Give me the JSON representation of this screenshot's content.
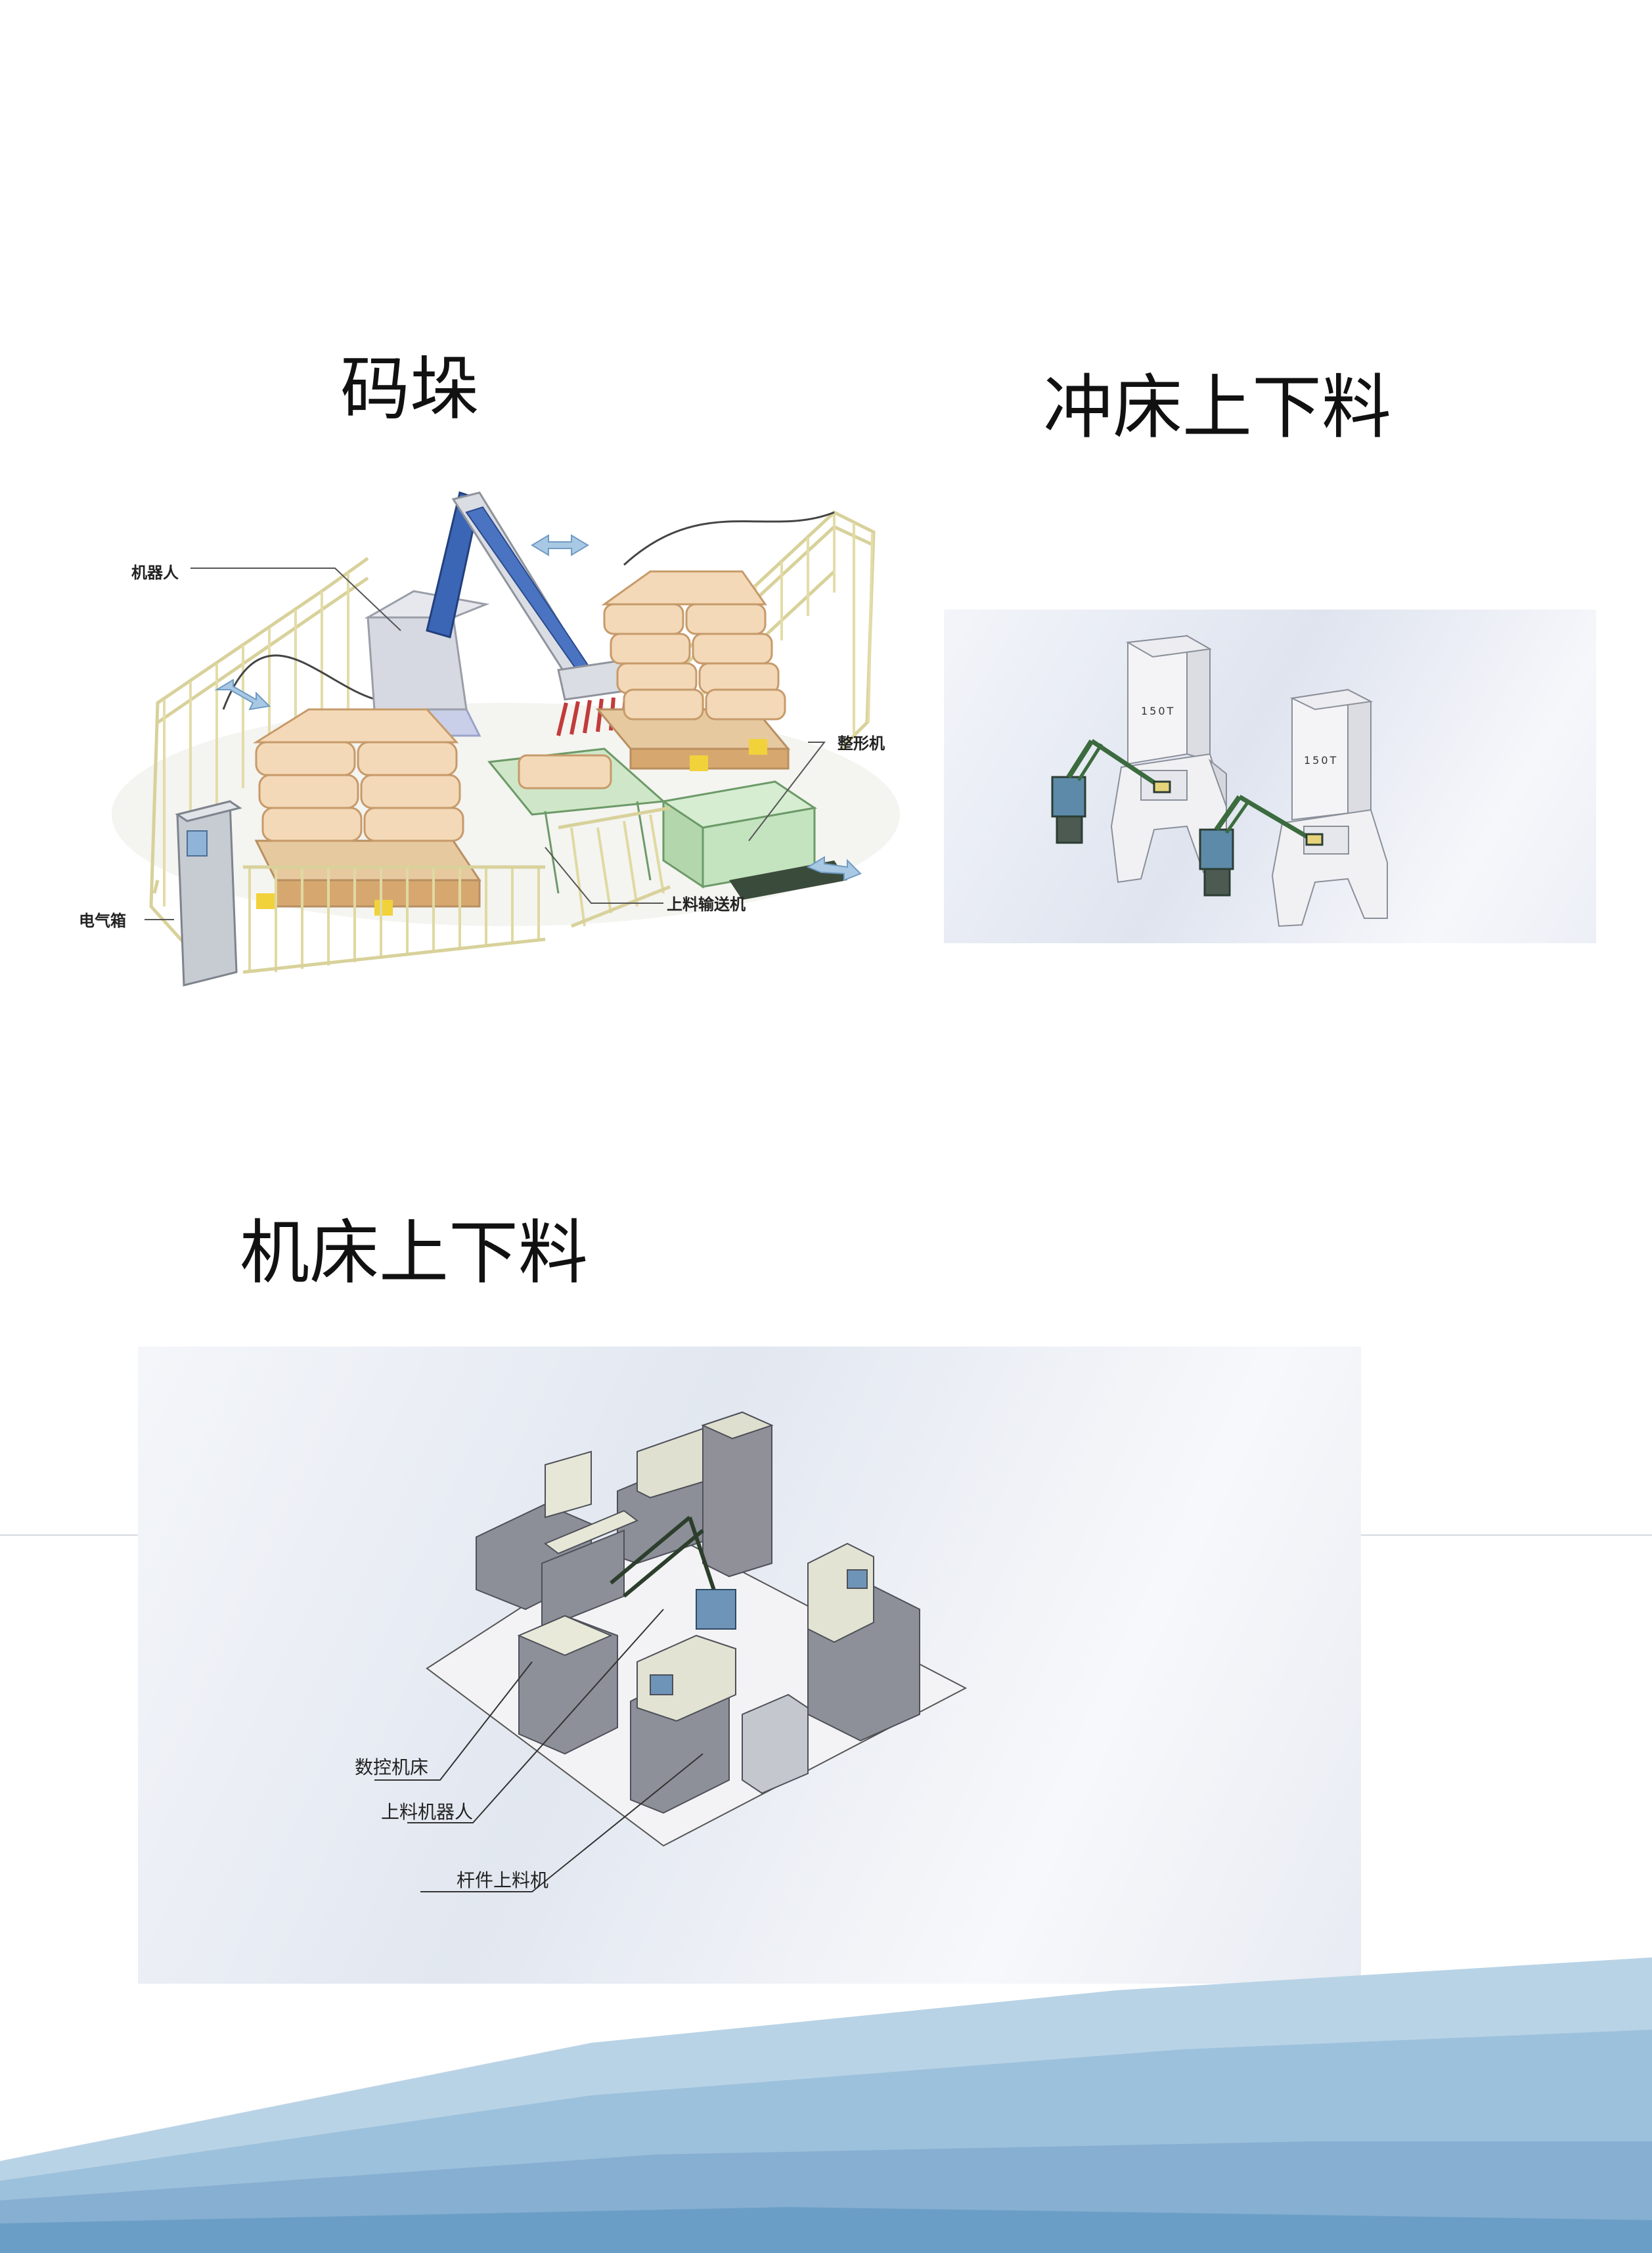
{
  "sections": [
    {
      "title": "码垛",
      "labels": {
        "robot": "机器人",
        "shaper": "整形机",
        "cabinet": "电气箱",
        "conveyor": "上料输送机"
      }
    },
    {
      "title": "冲床上下料",
      "labels": {
        "press_a": "150T",
        "press_b": "150T"
      }
    },
    {
      "title": "机床上下料",
      "labels": {
        "cnc": "数控机床",
        "robot": "上料机器人",
        "feeder": "杆件上料机"
      }
    }
  ],
  "colors": {
    "wave_dark": "#6b9ec6",
    "wave_mid": "#8fb7d6",
    "wave_light": "#b9d3e6",
    "fence": "#e9e3b0",
    "sacks": "#f2d6b4"
  }
}
